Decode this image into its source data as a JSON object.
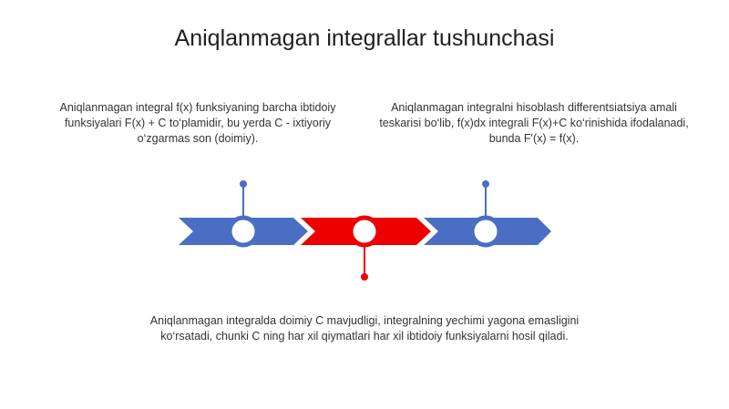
{
  "slide": {
    "title": "Aniqlanmagan integrallar tushunchasi"
  },
  "captions": {
    "left": "Aniqlanmagan integral f(x) funksiyaning barcha ibtidoiy funksiyalari F(x) + C to‘plamidir, bu yerda C - ixtiyoriy o‘zgarmas son (doimiy).",
    "right": "Aniqlanmagan integralni hisoblash differentsiatsiya amali teskarisi bo‘lib, f(x)dx integrali F(x)+C ko‘rinishida ifodalanadi, bunda F'(x) = f(x).",
    "bottom": "Aniqlanmagan integralda doimiy C mavjudligi, integralning yechimi yagona emasligini ko‘rsatadi, chunki C ning har xil qiymatlari har xil ibtidoiy funksiyalarni hosil qiladi."
  },
  "colors": {
    "blue": "#4a6ec4",
    "red": "#ee0000",
    "white": "#ffffff"
  }
}
